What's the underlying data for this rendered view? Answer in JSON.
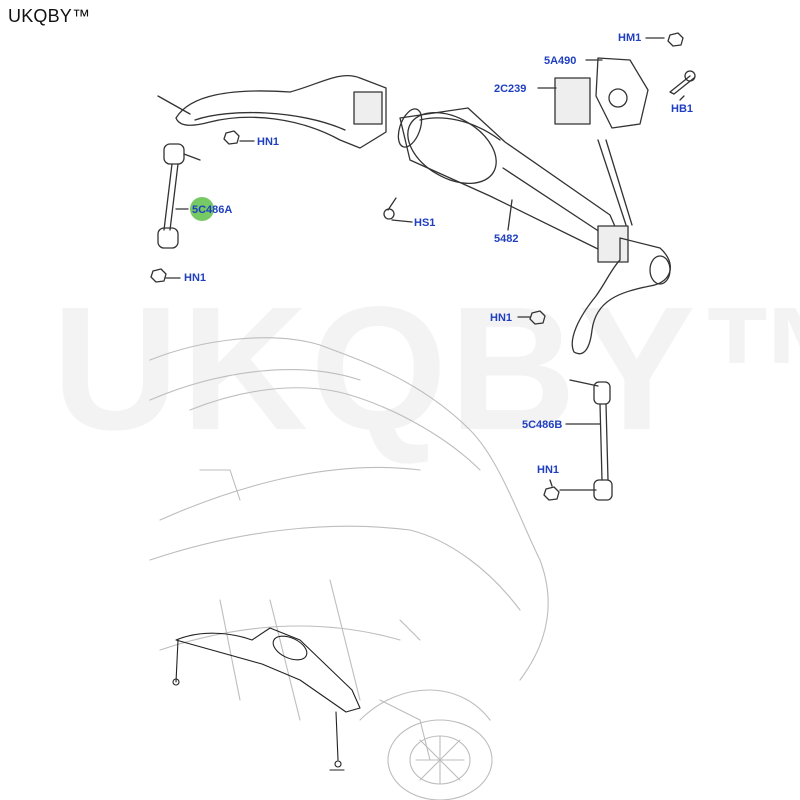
{
  "brand": "UKQBY™",
  "watermark": "UKQBY™",
  "callouts": {
    "hm1": "HM1",
    "5a490": "5A490",
    "2c239": "2C239",
    "hb1": "HB1",
    "hn1_top": "HN1",
    "5c486a": "5C486A",
    "hs1": "HS1",
    "5482": "5482",
    "hn1_left": "HN1",
    "hn1_mid": "HN1",
    "5c486b": "5C486B",
    "hn1_low": "HN1"
  },
  "colors": {
    "callout": "#1f3fbf",
    "highlight": "#5fbf4a",
    "line": "#333333"
  }
}
